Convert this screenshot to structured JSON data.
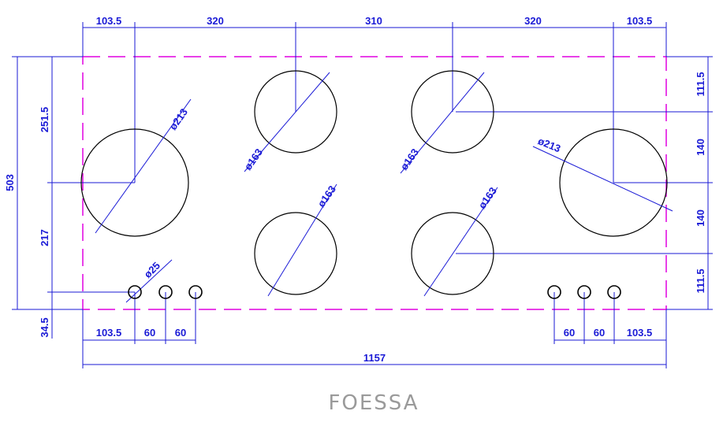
{
  "top_dims": [
    "103.5",
    "320",
    "310",
    "320",
    "103.5"
  ],
  "left_dims": {
    "total": "503",
    "upper": "251.5",
    "lower": "217",
    "bottom": "34.5"
  },
  "right_dims": [
    "111.5",
    "140",
    "140",
    "111.5"
  ],
  "bottom_dims": {
    "left": [
      "103.5",
      "60",
      "60"
    ],
    "right": [
      "60",
      "60",
      "103.5"
    ],
    "total": "1157"
  },
  "diameters": {
    "large": "ø213",
    "small": "ø163",
    "knob": "ø25"
  },
  "brand": "FOESSA"
}
